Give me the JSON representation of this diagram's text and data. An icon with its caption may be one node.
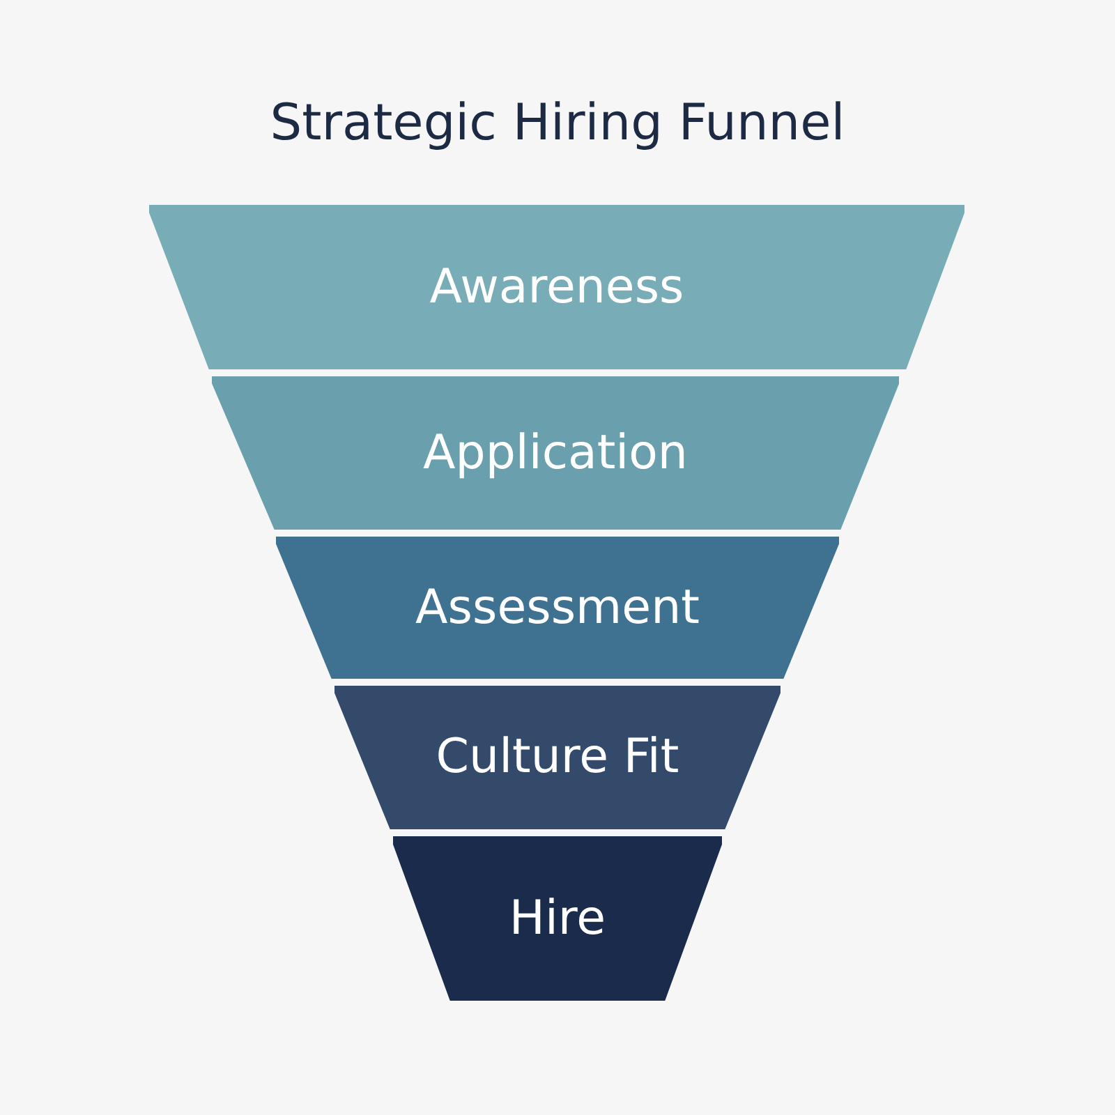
{
  "diagram": {
    "title": "Strategic Hiring Funnel",
    "nodes": [
      {
        "text": [
          "Awareness"
        ]
      },
      {
        "text": [
          "Application"
        ]
      },
      {
        "text": [
          "Assessment"
        ]
      },
      {
        "text": [
          "Culture Fit"
        ]
      },
      {
        "text": [
          "Hire"
        ]
      }
    ]
  }
}
